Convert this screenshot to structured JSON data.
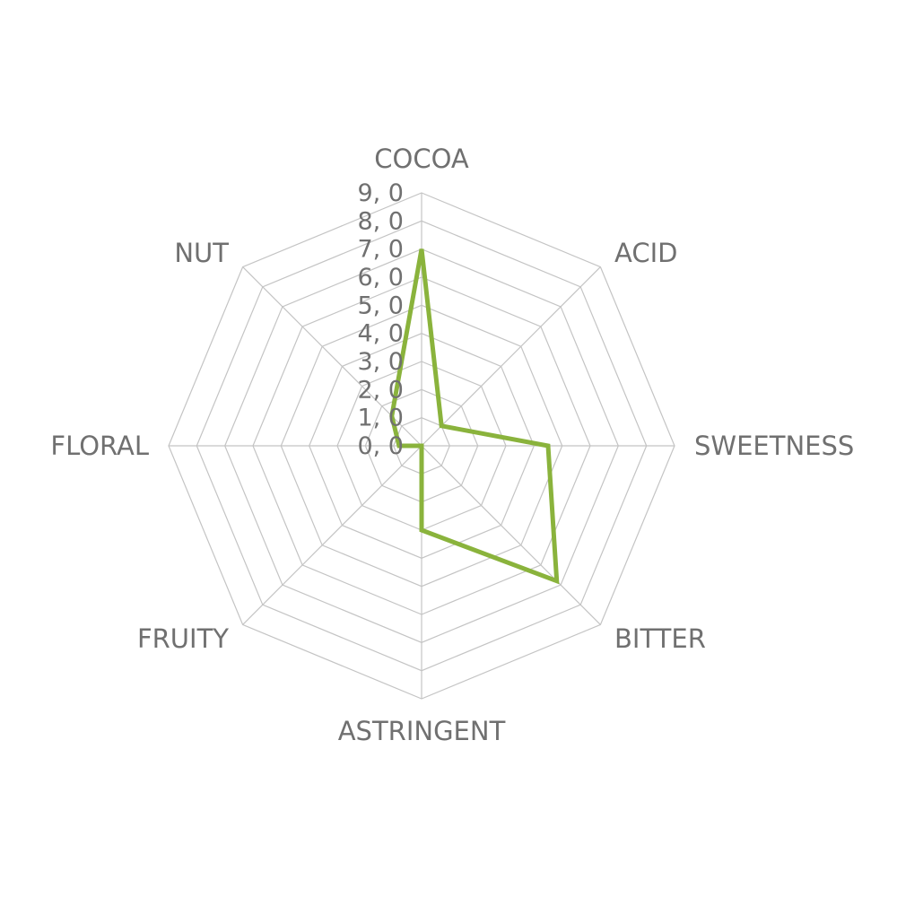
{
  "chart_data": {
    "type": "radar",
    "categories": [
      "COCOA",
      "ACID",
      "SWEETNESS",
      "BITTER",
      "ASTRINGENT",
      "FRUITY",
      "FLORAL",
      "NUT"
    ],
    "tick_labels": [
      "0, 0",
      "1, 0",
      "2, 0",
      "3, 0",
      "4, 0",
      "5, 0",
      "6, 0",
      "7, 0",
      "8, 0",
      "9, 0"
    ],
    "range": [
      0,
      9
    ],
    "grid": true,
    "series": [
      {
        "values": [
          7.0,
          1.0,
          4.5,
          6.8,
          3.0,
          0.0,
          0.8,
          1.5
        ],
        "color": "#8ab33c"
      }
    ]
  }
}
